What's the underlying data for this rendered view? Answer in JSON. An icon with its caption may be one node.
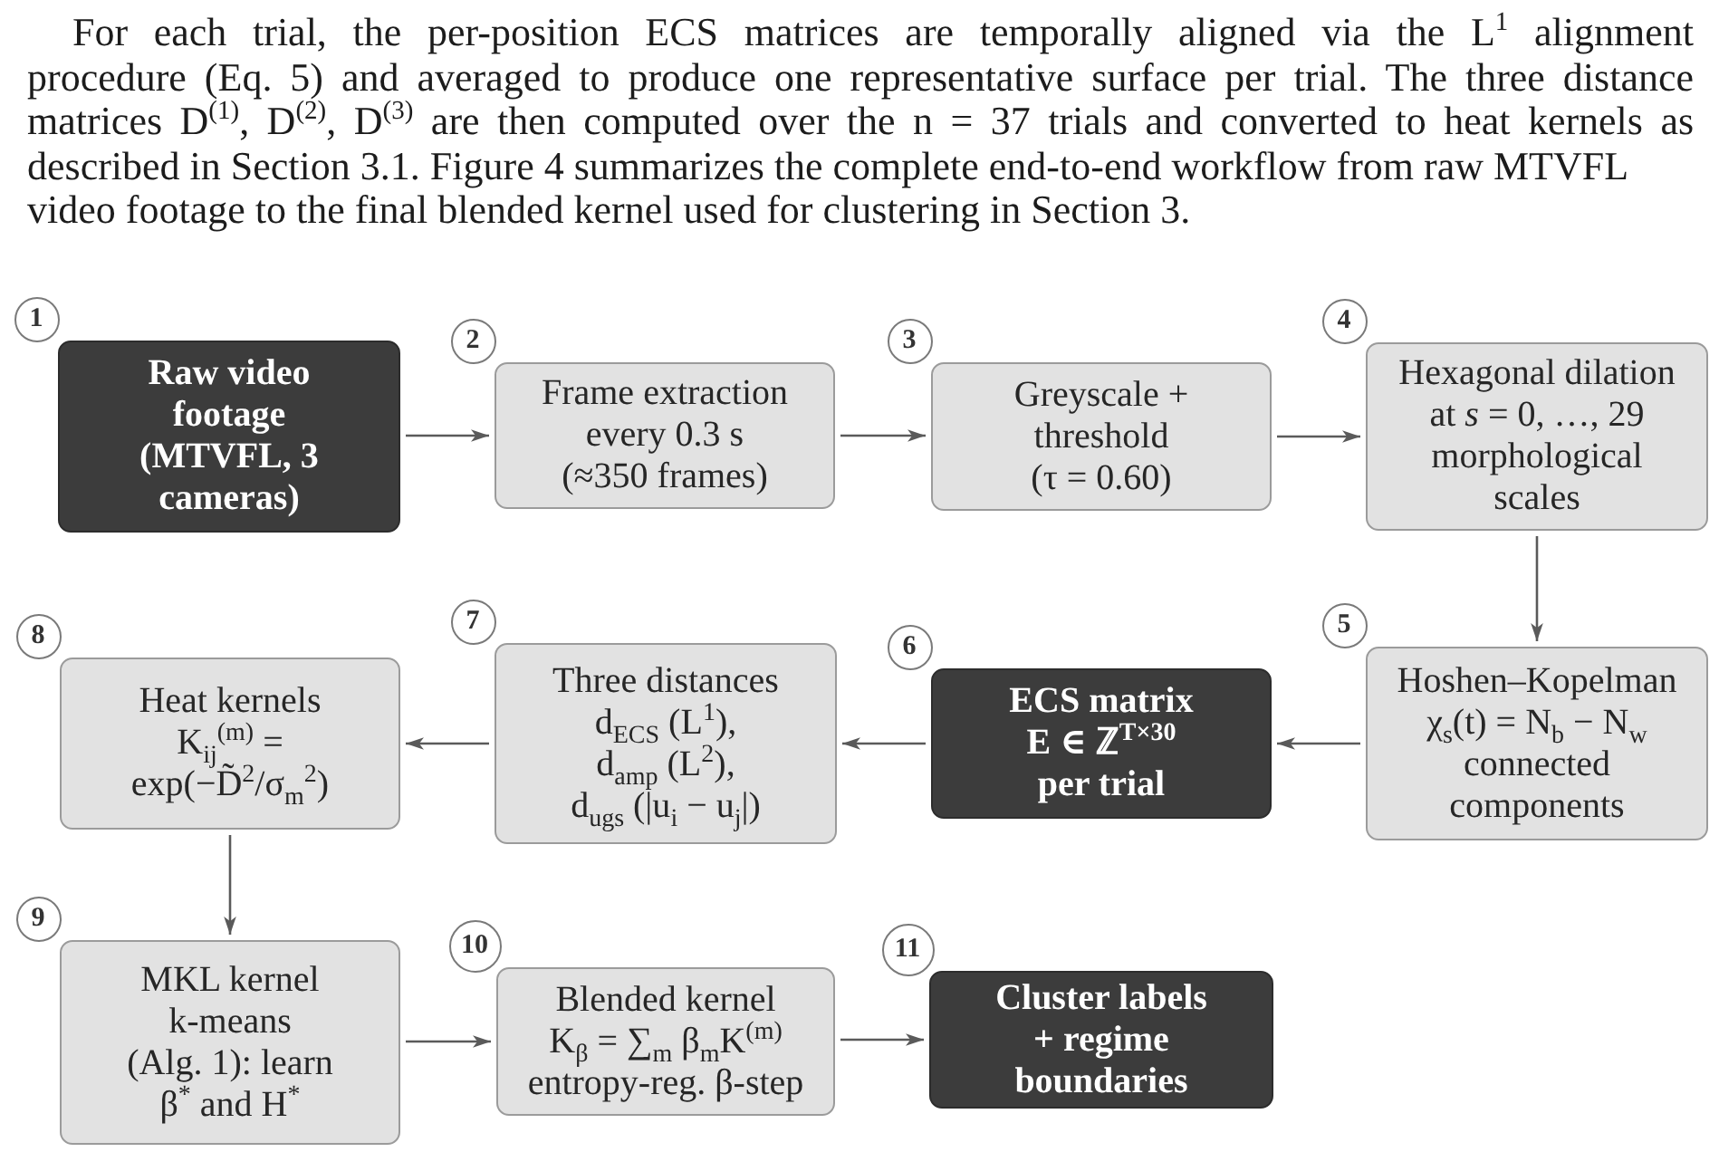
{
  "diagram": {
    "nodes": [
      {
        "text": [
          "Raw video footage (MTVFL, 3 cameras)"
        ],
        "beside": [
          "1"
        ]
      },
      {
        "text": [
          "Frame extraction every 0.3 s (≈350 frames)"
        ],
        "beside": [
          "2"
        ]
      },
      {
        "text": [
          "Greyscale + threshold (τ = 0.60)"
        ],
        "beside": [
          "3"
        ]
      },
      {
        "text": [
          "Hexagonal dilation at *s* = 0, …, 29 morphological scales"
        ],
        "beside": [
          "4"
        ]
      },
      {
        "text": [
          "Hoshen–Kopelman χ$_{s}$(t) = N$_{b}$ − N$_{w}$ connected components"
        ],
        "beside": [
          "5"
        ]
      },
      {
        "text": [
          "ECS matrix E ∈ ℤ$^{T×30}$ per trial"
        ],
        "beside": [
          "6"
        ]
      },
      {
        "text": [
          "Three distances d$_{ECS}$ (L$^{1}$), d$_{amp}$ (L$^{2}$), d$_{ugs}$ (|u$_{i}$ − u$_{j}$|)"
        ],
        "beside": [
          "7"
        ]
      },
      {
        "text": [
          "Heat kernels K$_{ij}$$^{(m)}$ = exp(−D̃$^{2}$/σ$_{m}$$^{2}$)"
        ],
        "beside": [
          "8"
        ]
      },
      {
        "text": [
          "MKL kernel k-means (Alg. 1): learn β$^{*}$ and H$^{*}$"
        ],
        "beside": [
          "9"
        ]
      },
      {
        "text": [
          "Blended kernel K$_{β}$ = ∑$_{m}$ β$_{m}$K$^{(m)}$ entropy-reg. β-step"
        ],
        "beside": [
          "10"
        ]
      },
      {
        "text": [
          "Cluster labels + regime boundaries"
        ],
        "beside": [
          "11"
        ]
      }
    ],
    "edges": [
      {
        "from": 0,
        "to": 1,
        "arrow": "to"
      },
      {
        "from": 1,
        "to": 2,
        "arrow": "to"
      },
      {
        "from": 2,
        "to": 3,
        "arrow": "to"
      },
      {
        "from": 3,
        "to": 4,
        "arrow": "to"
      },
      {
        "from": 4,
        "to": 5,
        "arrow": "to"
      },
      {
        "from": 5,
        "to": 6,
        "arrow": "to"
      },
      {
        "from": 6,
        "to": 7,
        "arrow": "to"
      },
      {
        "from": 7,
        "to": 8,
        "arrow": "to"
      },
      {
        "from": 8,
        "to": 9,
        "arrow": "to"
      },
      {
        "from": 9,
        "to": 10,
        "arrow": "to"
      }
    ],
    "labels": [
      "For each trial, the per-position ECS matrices are temporally aligned via the L$^{1}$ alignment procedure (Eq. 5) and averaged to produce one representative surface per trial. The three distance matrices D$^{(1)}$, D$^{(2)}$, D$^{(3)}$ are then computed over the n = 37 trials and converted to heat kernels as described in Section 3.1. Figure 4 summarizes the complete end-to-end workflow from raw MTVFL video footage to the final blended kernel used for clustering in Section 3."
    ]
  }
}
